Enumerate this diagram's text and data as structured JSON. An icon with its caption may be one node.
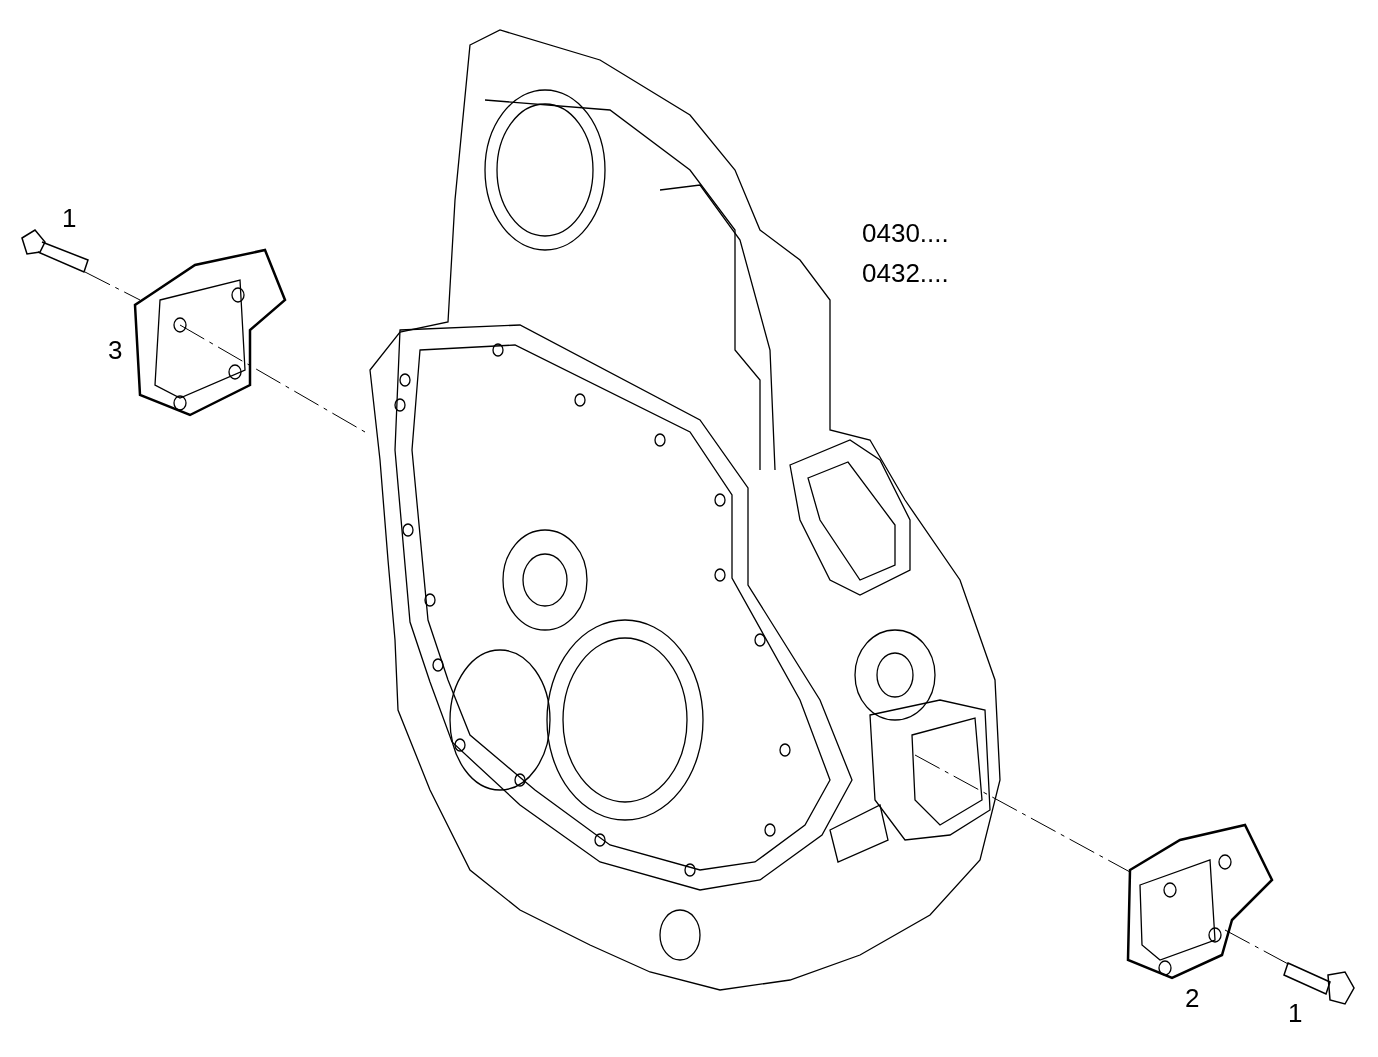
{
  "diagram": {
    "labels": [
      "1",
      "0430....",
      "0432....",
      "3",
      "2",
      "1"
    ]
  }
}
